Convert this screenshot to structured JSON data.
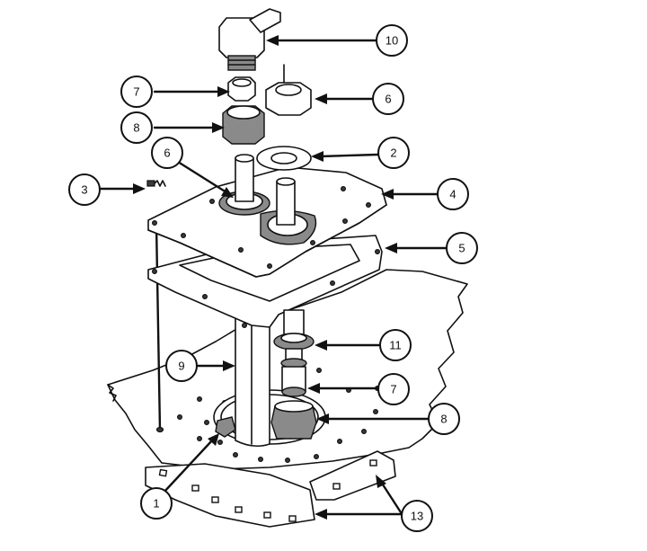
{
  "callouts": [
    {
      "id": "c10",
      "label": "10"
    },
    {
      "id": "c7a",
      "label": "7"
    },
    {
      "id": "c6a",
      "label": "6"
    },
    {
      "id": "c8a",
      "label": "8"
    },
    {
      "id": "c2",
      "label": "2"
    },
    {
      "id": "c6b",
      "label": "6"
    },
    {
      "id": "c3",
      "label": "3"
    },
    {
      "id": "c4",
      "label": "4"
    },
    {
      "id": "c5",
      "label": "5"
    },
    {
      "id": "c11",
      "label": "11"
    },
    {
      "id": "c9",
      "label": "9"
    },
    {
      "id": "c7b",
      "label": "7"
    },
    {
      "id": "c8b",
      "label": "8"
    },
    {
      "id": "c1",
      "label": "1"
    },
    {
      "id": "c13",
      "label": "13"
    }
  ]
}
